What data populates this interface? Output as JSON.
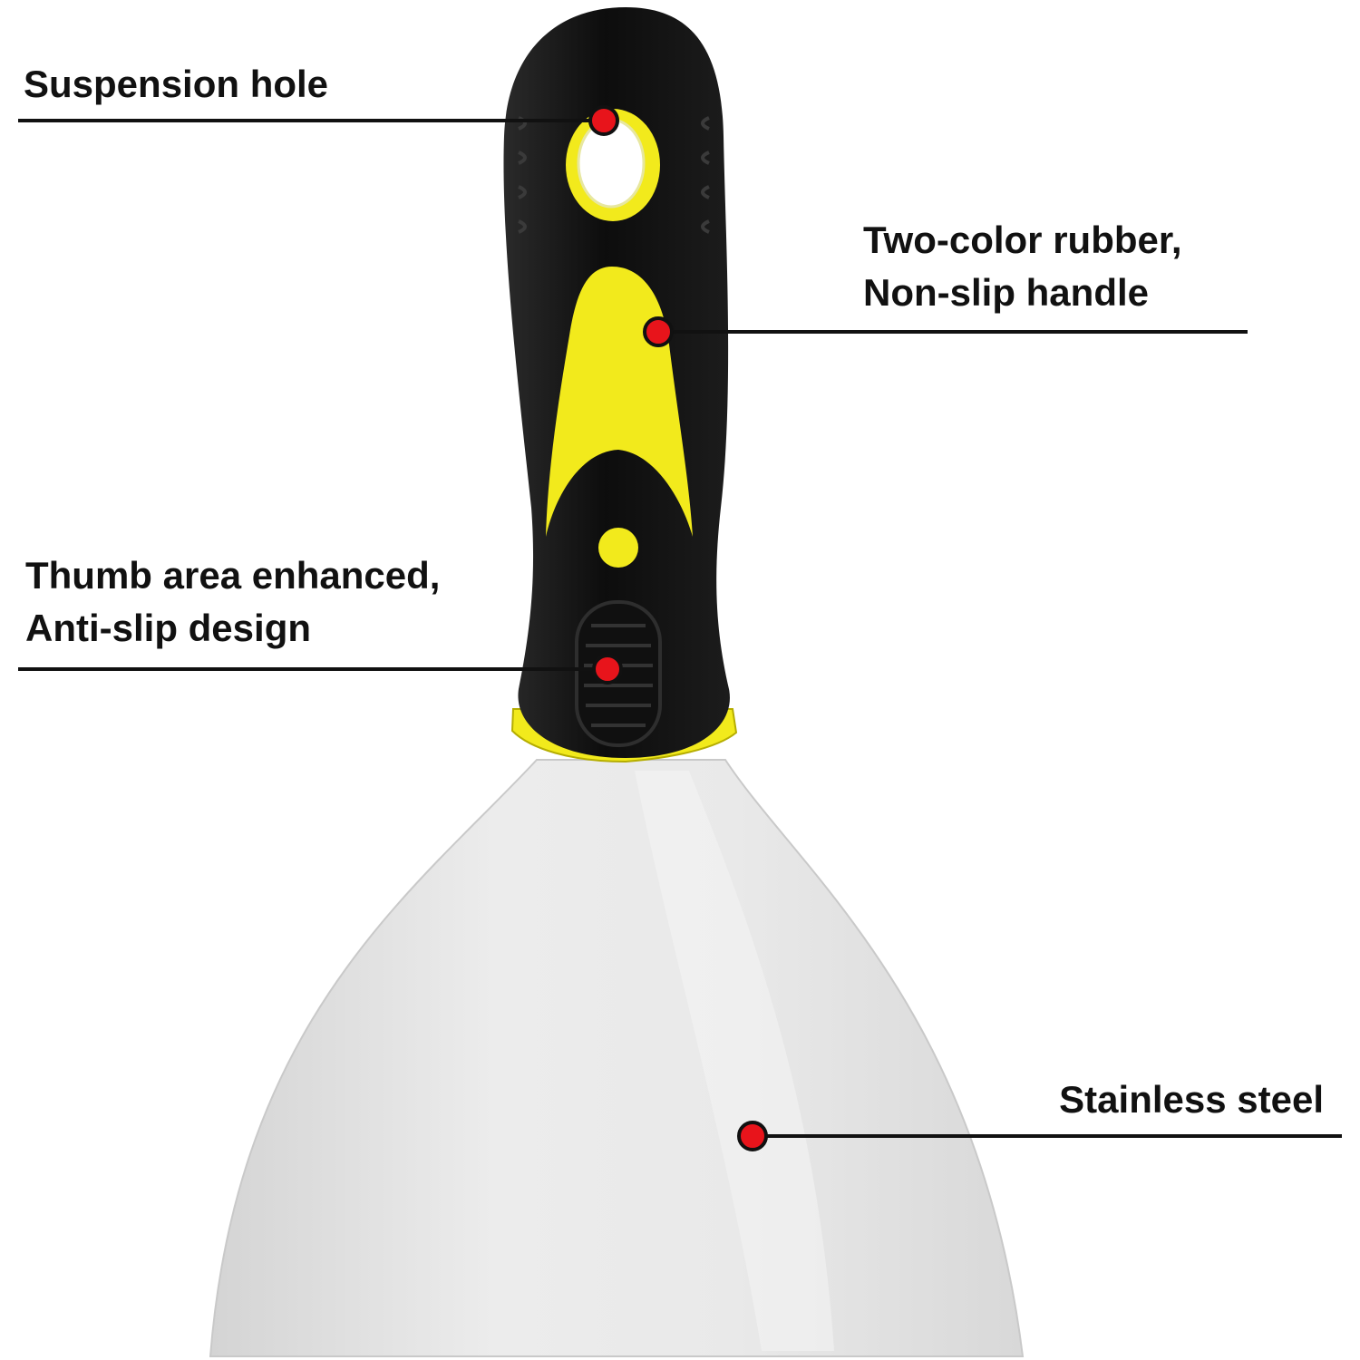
{
  "product": {
    "colors": {
      "handle_black": "#141414",
      "handle_yellow": "#f2ea1c",
      "blade_steel": "#e6e6e6",
      "marker_red": "#e8141b",
      "leader_line": "#111111"
    }
  },
  "callouts": {
    "suspension_hole": {
      "lines": [
        "Suspension hole"
      ],
      "icon": "red-dot-marker"
    },
    "handle": {
      "lines": [
        "Two-color rubber,",
        "Non-slip handle"
      ],
      "icon": "red-dot-marker"
    },
    "thumb_area": {
      "lines": [
        "Thumb area enhanced,",
        "Anti-slip design"
      ],
      "icon": "red-dot-marker"
    },
    "blade": {
      "lines": [
        "Stainless steel"
      ],
      "icon": "red-dot-marker"
    }
  }
}
